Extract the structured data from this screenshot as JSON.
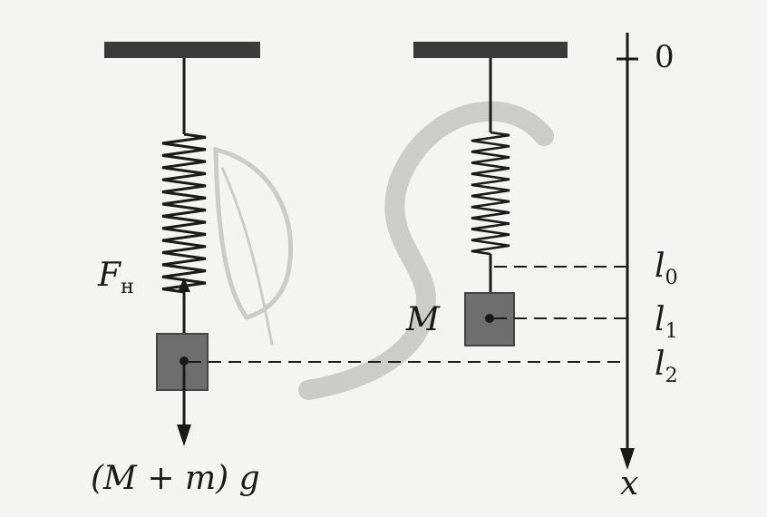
{
  "labels": {
    "zero": "0",
    "axis": "x",
    "l0": {
      "base": "l",
      "sub": "0"
    },
    "l1": {
      "base": "l",
      "sub": "1"
    },
    "l2": {
      "base": "l",
      "sub": "2"
    },
    "mass": "M",
    "tension": {
      "base": "F",
      "sub": "н"
    },
    "weight": "(M + m) g"
  },
  "colors": {
    "ink": "#1a1a1a",
    "block": "#6e6e6e",
    "bar": "#3a3a3a",
    "watermark": "#bdbdbd"
  }
}
